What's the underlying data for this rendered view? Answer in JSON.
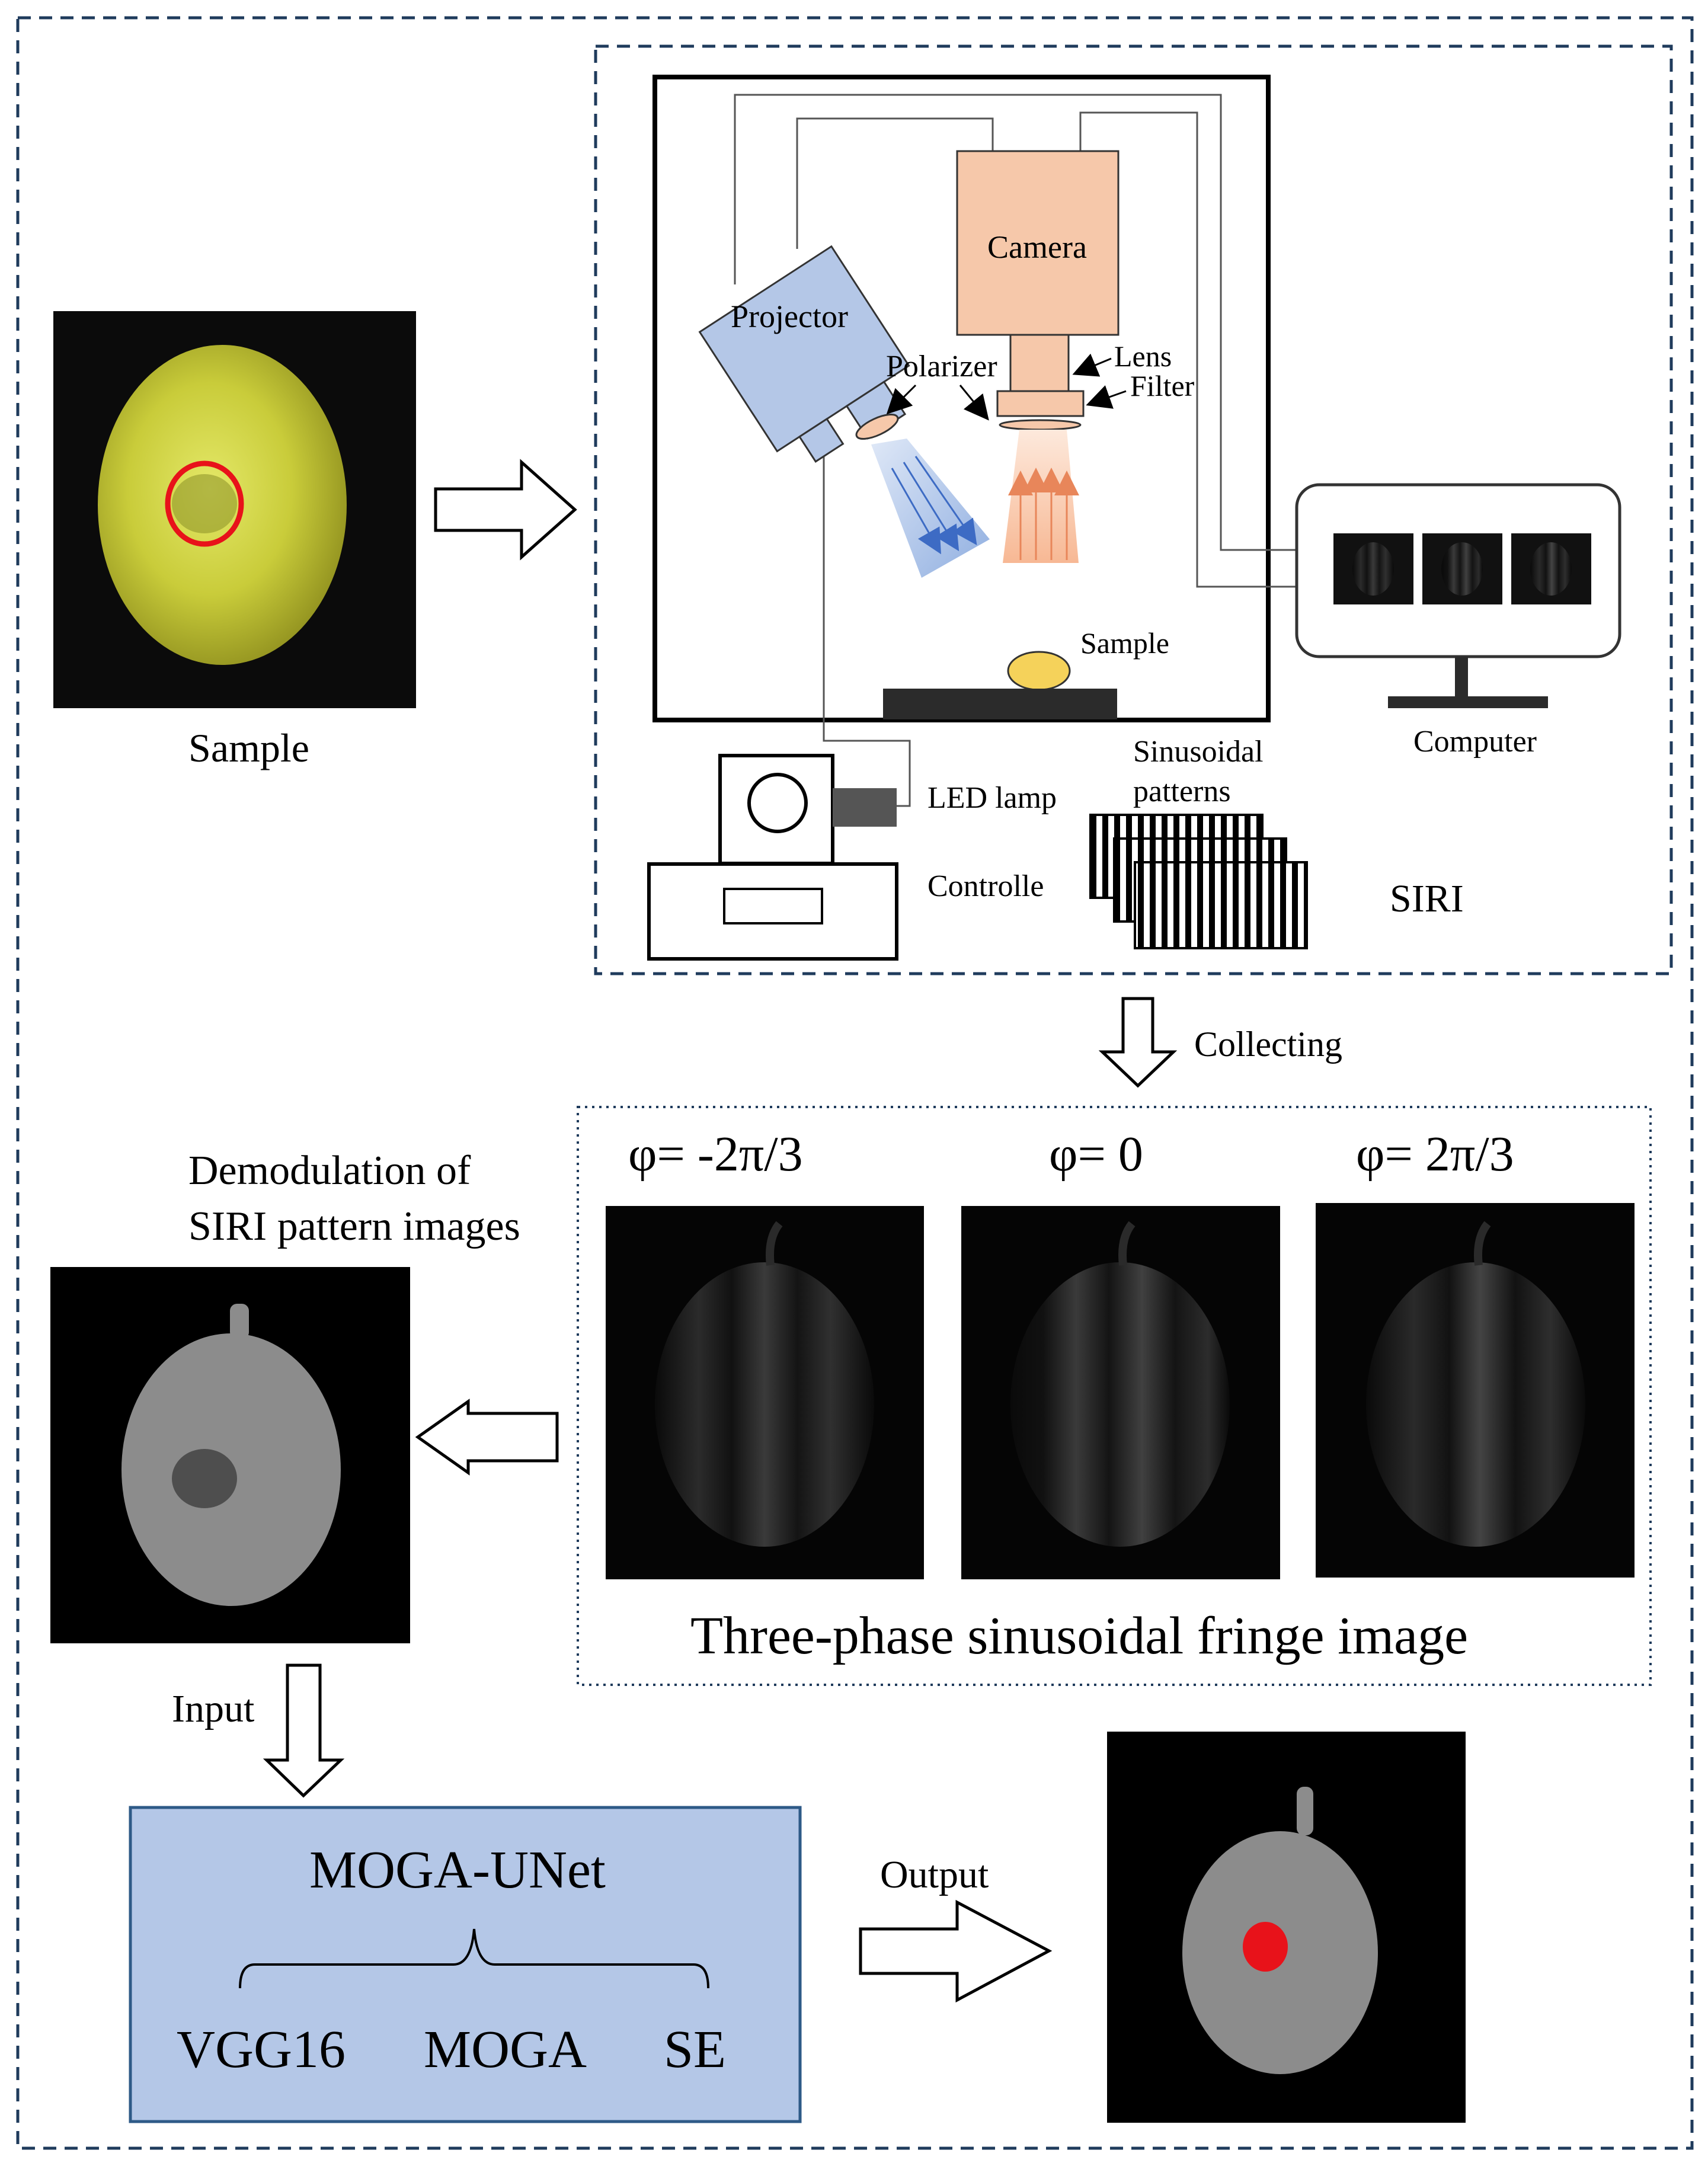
{
  "sample": {
    "label": "Sample"
  },
  "siri_setup": {
    "camera": "Camera",
    "projector": "Projector",
    "polarizer": "Polarizer",
    "lens": "Lens",
    "filter": "Filter",
    "sample": "Sample",
    "computer": "Computer",
    "led_lamp": "LED lamp",
    "controller": "Controlle",
    "sinusoidal_line1": "Sinusoidal",
    "sinusoidal_line2": "patterns",
    "title": "SIRI"
  },
  "arrows": {
    "collecting": "Collecting",
    "input": "Input",
    "output": "Output"
  },
  "phases": {
    "items": [
      {
        "label": "φ= -2π/3"
      },
      {
        "label": "φ= 0"
      },
      {
        "label": "φ= 2π/3"
      }
    ],
    "caption": "Three-phase sinusoidal fringe image"
  },
  "demodulation": {
    "line1": "Demodulation of",
    "line2": "SIRI pattern images"
  },
  "model": {
    "name": "MOGA-UNet",
    "components": [
      "VGG16",
      "MOGA",
      "SE"
    ]
  },
  "colors": {
    "frame": "#1f3b5c",
    "camera": "#f6c8aa",
    "projector": "#b4c7e7",
    "model_box": "#b4c7e7",
    "model_border": "#2e5a87",
    "defect": "#e8121a",
    "pear": "#c8cf3a"
  }
}
